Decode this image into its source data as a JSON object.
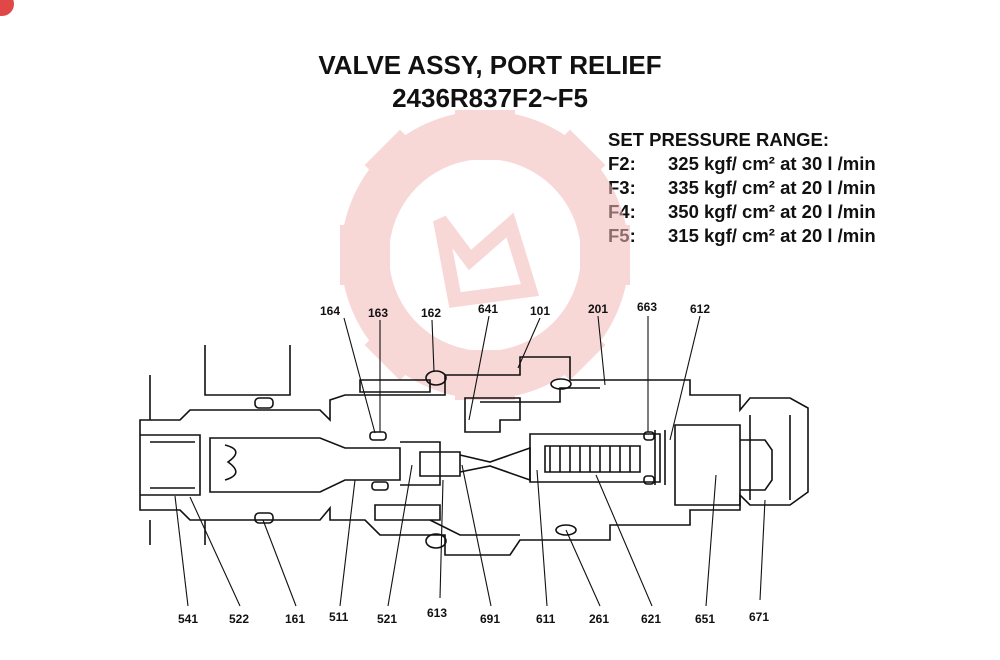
{
  "title": {
    "line1": "VALVE ASSY, PORT RELIEF",
    "line2": "2436R837F2~F5"
  },
  "pressure_range": {
    "heading": "SET PRESSURE RANGE:",
    "rows": [
      {
        "code": "F2:",
        "value": "325 kgf/ cm² at 30 l /min"
      },
      {
        "code": "F3:",
        "value": "335 kgf/ cm² at 20 l /min"
      },
      {
        "code": "F4:",
        "value": "350 kgf/ cm² at 20 l /min"
      },
      {
        "code": "F5:",
        "value": "315 kgf/ cm² at 20 l /min"
      }
    ]
  },
  "top_labels": [
    "164",
    "163",
    "162",
    "641",
    "101",
    "201",
    "663",
    "612"
  ],
  "bottom_labels": [
    "541",
    "522",
    "161",
    "511",
    "521",
    "613",
    "691",
    "611",
    "261",
    "621",
    "651",
    "671"
  ],
  "colors": {
    "line": "#111111",
    "watermark": "#f6c9c9"
  }
}
